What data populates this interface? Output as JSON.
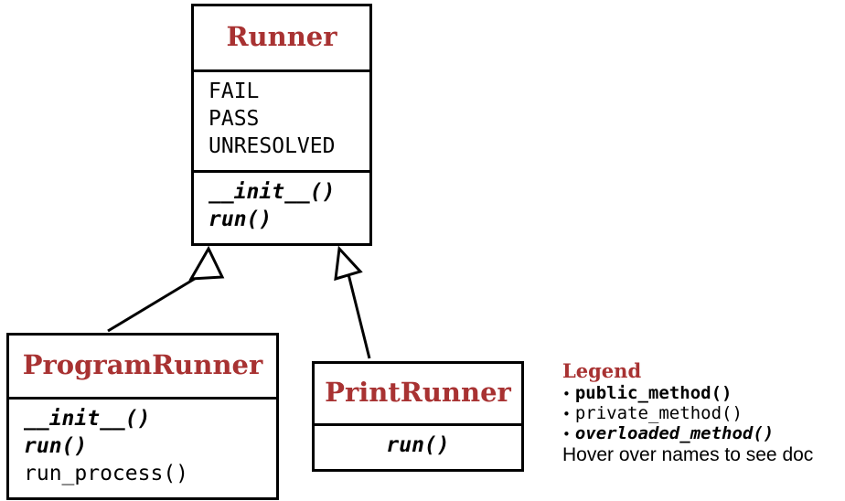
{
  "diagram": {
    "type": "uml-class-diagram",
    "classes": [
      {
        "id": "runner",
        "name": "Runner",
        "attributes": [
          {
            "label": "FAIL",
            "kind": "private"
          },
          {
            "label": "PASS",
            "kind": "private"
          },
          {
            "label": "UNRESOLVED",
            "kind": "private"
          }
        ],
        "methods": [
          {
            "label": "__init__()",
            "kind": "overloaded"
          },
          {
            "label": "run()",
            "kind": "overloaded"
          }
        ]
      },
      {
        "id": "programrunner",
        "name": "ProgramRunner",
        "attributes": [],
        "methods": [
          {
            "label": "__init__()",
            "kind": "overloaded"
          },
          {
            "label": "run()",
            "kind": "overloaded"
          },
          {
            "label": "run_process()",
            "kind": "private"
          }
        ]
      },
      {
        "id": "printrunner",
        "name": "PrintRunner",
        "attributes": [],
        "methods": [
          {
            "label": "run()",
            "kind": "overloaded"
          }
        ]
      }
    ],
    "relationships": [
      {
        "type": "inheritance",
        "from": "ProgramRunner",
        "to": "Runner"
      },
      {
        "type": "inheritance",
        "from": "PrintRunner",
        "to": "Runner"
      }
    ]
  },
  "legend": {
    "title": "Legend",
    "bullet": "•",
    "items": [
      {
        "label": "public_method()",
        "kind": "public"
      },
      {
        "label": "private_method()",
        "kind": "private"
      },
      {
        "label": "overloaded_method()",
        "kind": "overloaded"
      }
    ],
    "note": "Hover over names to see doc"
  },
  "colors": {
    "class_title": "#a83232",
    "legend_title": "#a83232",
    "border": "#000000",
    "background": "#ffffff",
    "text": "#000000"
  }
}
